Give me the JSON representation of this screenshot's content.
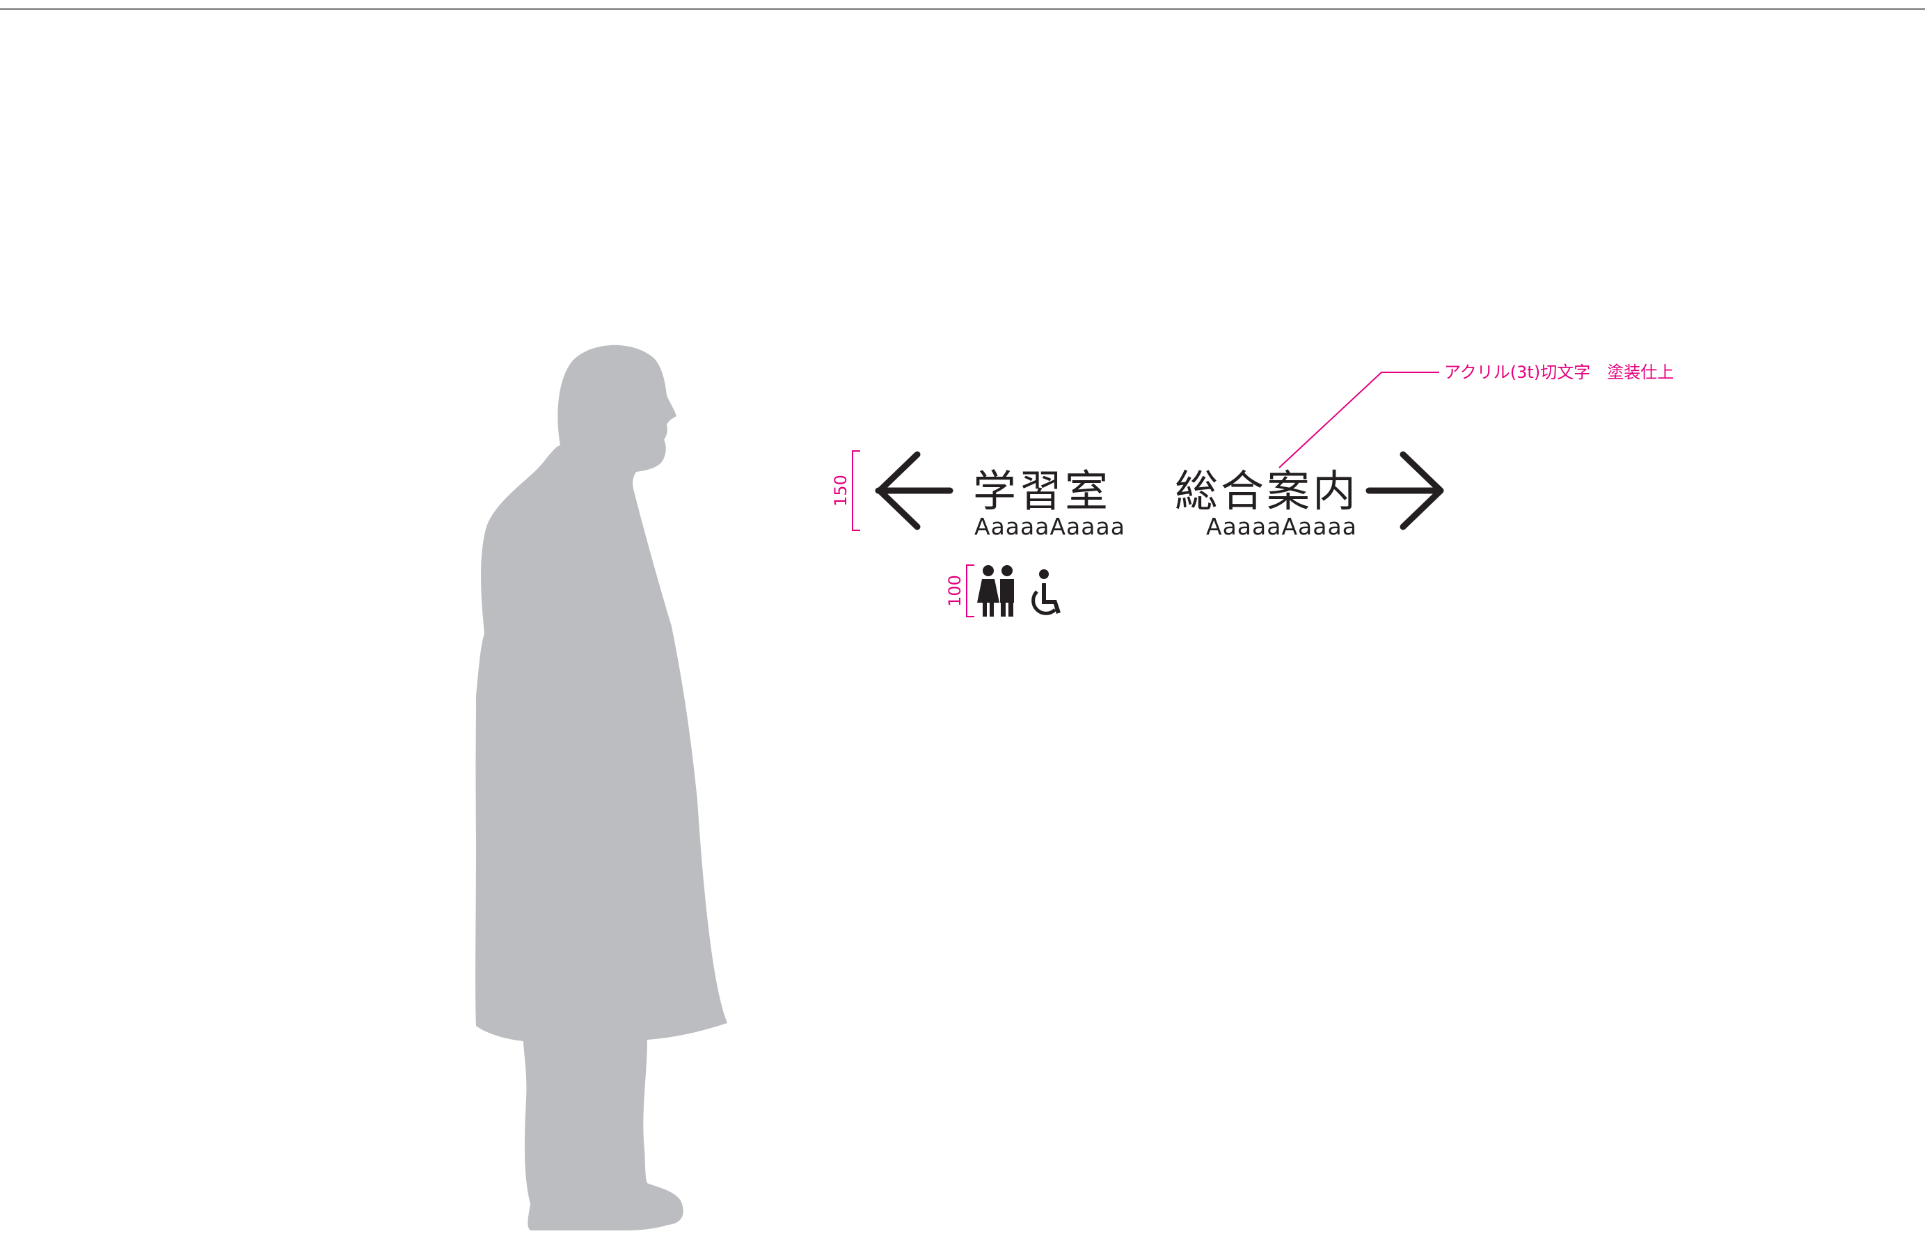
{
  "signs": [
    {
      "direction": "left",
      "label_jp": "学習室",
      "label_en": "AaaaaAaaaa"
    },
    {
      "direction": "right",
      "label_jp": "総合案内",
      "label_en": "AaaaaAaaaa"
    }
  ],
  "pictograms": [
    "restroom-icon",
    "wheelchair-icon"
  ],
  "dimensions": {
    "sign_height": "150",
    "pictogram_height": "100"
  },
  "callout": {
    "note": "アクリル(3t)切文字　塗装仕上"
  },
  "colors": {
    "annotation": "#e4007f",
    "sign": "#231f20",
    "silhouette": "#bcbdc0",
    "rule": "#777777"
  }
}
